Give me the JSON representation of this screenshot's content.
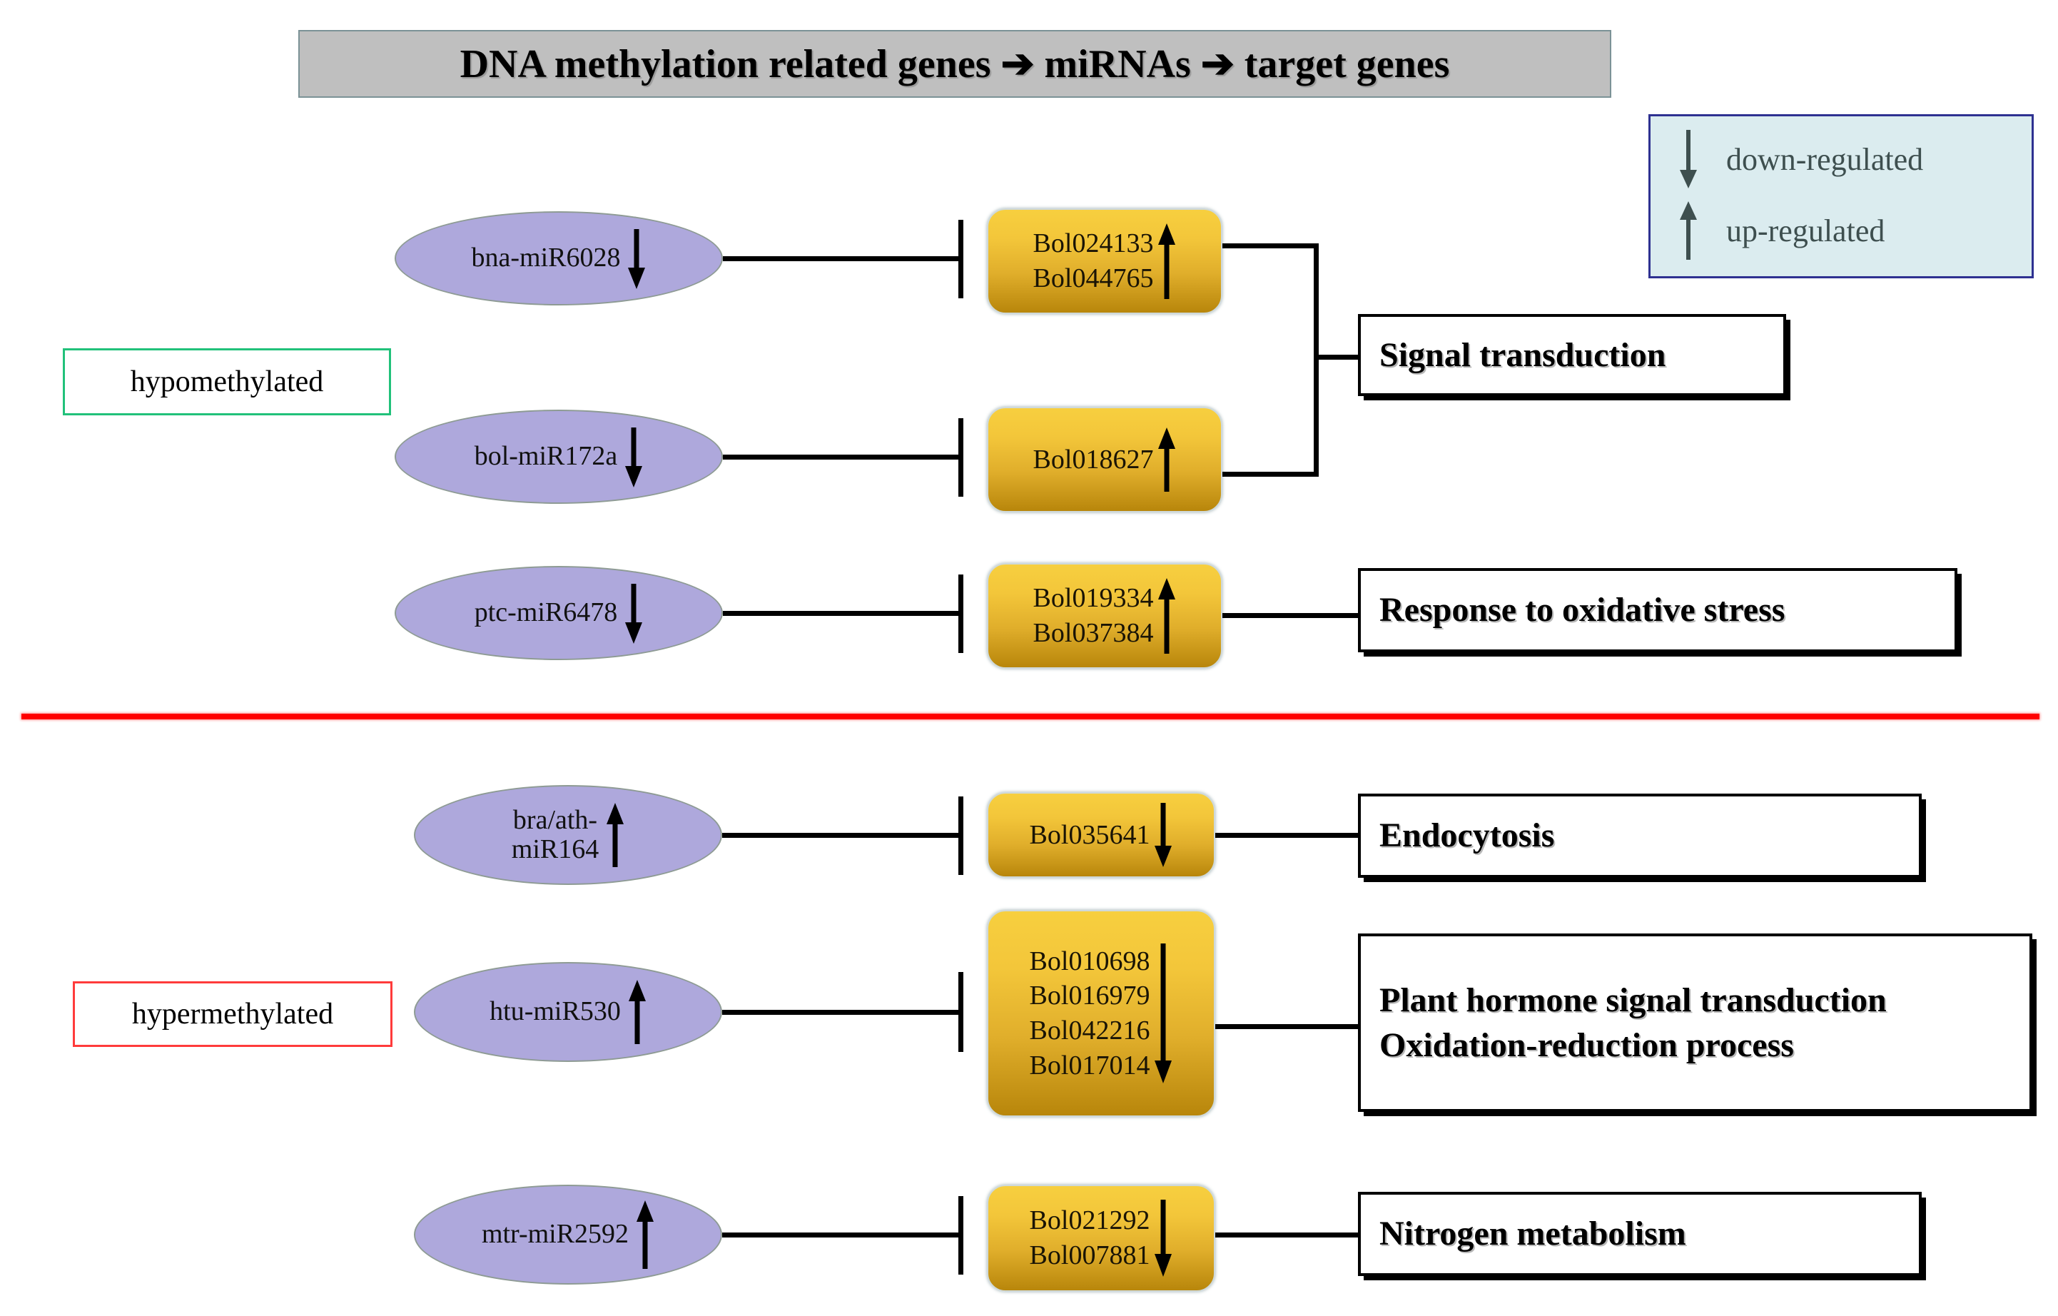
{
  "title": {
    "text": "DNA methylation related genes ➔ miRNAs ➔ target genes"
  },
  "legend": {
    "items": [
      {
        "icon": "arrow-down-icon",
        "label": "down-regulated",
        "direction": "down"
      },
      {
        "icon": "arrow-up-icon",
        "label": "up-regulated",
        "direction": "up"
      }
    ]
  },
  "state_tags": {
    "hypomethylated": "hypomethylated",
    "hypermethylated": "hypermethylated"
  },
  "colors": {
    "mirna_fill": "#AEA8DC",
    "gene_fill_top": "#F7CF3F",
    "gene_fill_bottom": "#B8860B",
    "legend_fill": "#DBECEF",
    "legend_border": "#2E3191",
    "title_fill": "#BFBFBF",
    "divider": "#FF0000",
    "hypo_border": "#21C17A",
    "hyper_border": "#FF3B3B"
  },
  "sections": [
    {
      "name": "hypomethylated",
      "rows": [
        {
          "mirna": {
            "label": "bna-miR6028",
            "regulation": "down"
          },
          "genes": {
            "names": "Bol024133\nBol044765",
            "regulation": "up",
            "per_line_arrows": true
          },
          "function": "Signal transduction"
        },
        {
          "mirna": {
            "label": "bol-miR172a",
            "regulation": "down"
          },
          "genes": {
            "names": "Bol018627",
            "regulation": "up",
            "per_line_arrows": false
          },
          "function": "Signal transduction"
        },
        {
          "mirna": {
            "label": "ptc-miR6478",
            "regulation": "down"
          },
          "genes": {
            "names": "Bol019334\nBol037384",
            "regulation": "up",
            "per_line_arrows": true
          },
          "function": "Response to oxidative stress"
        }
      ]
    },
    {
      "name": "hypermethylated",
      "rows": [
        {
          "mirna": {
            "label": "bra/ath-\nmiR164",
            "regulation": "up"
          },
          "genes": {
            "names": "Bol035641",
            "regulation": "down",
            "per_line_arrows": false
          },
          "function": "Endocytosis"
        },
        {
          "mirna": {
            "label": "htu-miR530",
            "regulation": "up"
          },
          "genes": {
            "names": "Bol010698\nBol016979\nBol042216\nBol017014",
            "regulation": "down",
            "per_line_arrows": false
          },
          "function": "Plant hormone signal transduction\nOxidation-reduction process"
        },
        {
          "mirna": {
            "label": "mtr-miR2592",
            "regulation": "up"
          },
          "genes": {
            "names": "Bol021292\nBol007881",
            "regulation": "down",
            "per_line_arrows": false
          },
          "function": "Nitrogen metabolism"
        }
      ]
    }
  ]
}
